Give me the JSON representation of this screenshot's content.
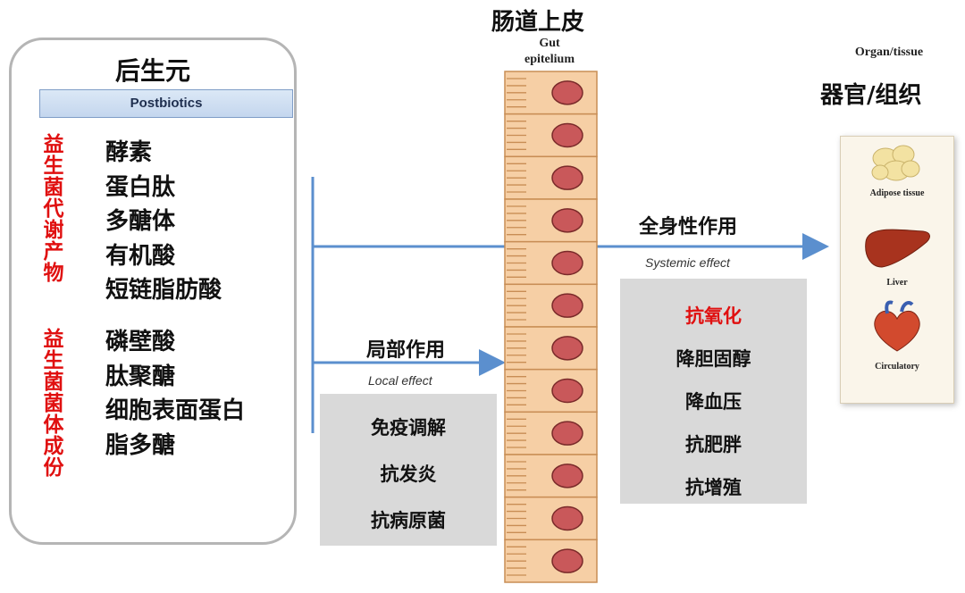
{
  "left_panel": {
    "title": "后生元",
    "subtitle": "Postbiotics",
    "group1_label": "益生菌代谢产物",
    "group1_items": [
      "酵素",
      "蛋白肽",
      "多醣体",
      "有机酸",
      "短链脂肪酸"
    ],
    "group2_label": "益生菌菌体成份",
    "group2_items": [
      "磷壁酸",
      "肽聚醣",
      "细胞表面蛋白",
      "脂多醣"
    ]
  },
  "gut": {
    "title": "肠道上皮",
    "subtitle_line1": "Gut",
    "subtitle_line2": "epitelium"
  },
  "local_effect": {
    "title": "局部作用",
    "subtitle": "Local effect",
    "items": [
      "免疫调解",
      "抗发炎",
      "抗病原菌"
    ]
  },
  "systemic_effect": {
    "title": "全身性作用",
    "subtitle": "Systemic effect",
    "items": [
      "抗氧化",
      "降胆固醇",
      "降血压",
      "抗肥胖",
      "抗增殖"
    ],
    "highlight_color": "#e01010"
  },
  "organ": {
    "title_en": "Organ/tissue",
    "title_cn": "器官/组织",
    "labels": [
      "Adipose tissue",
      "Liver",
      "Circulatory"
    ]
  },
  "colors": {
    "arrow": "#5b8fce",
    "red_label": "#e01010",
    "cell_fill": "#f6cfa5",
    "nucleus": "#c9585a"
  }
}
